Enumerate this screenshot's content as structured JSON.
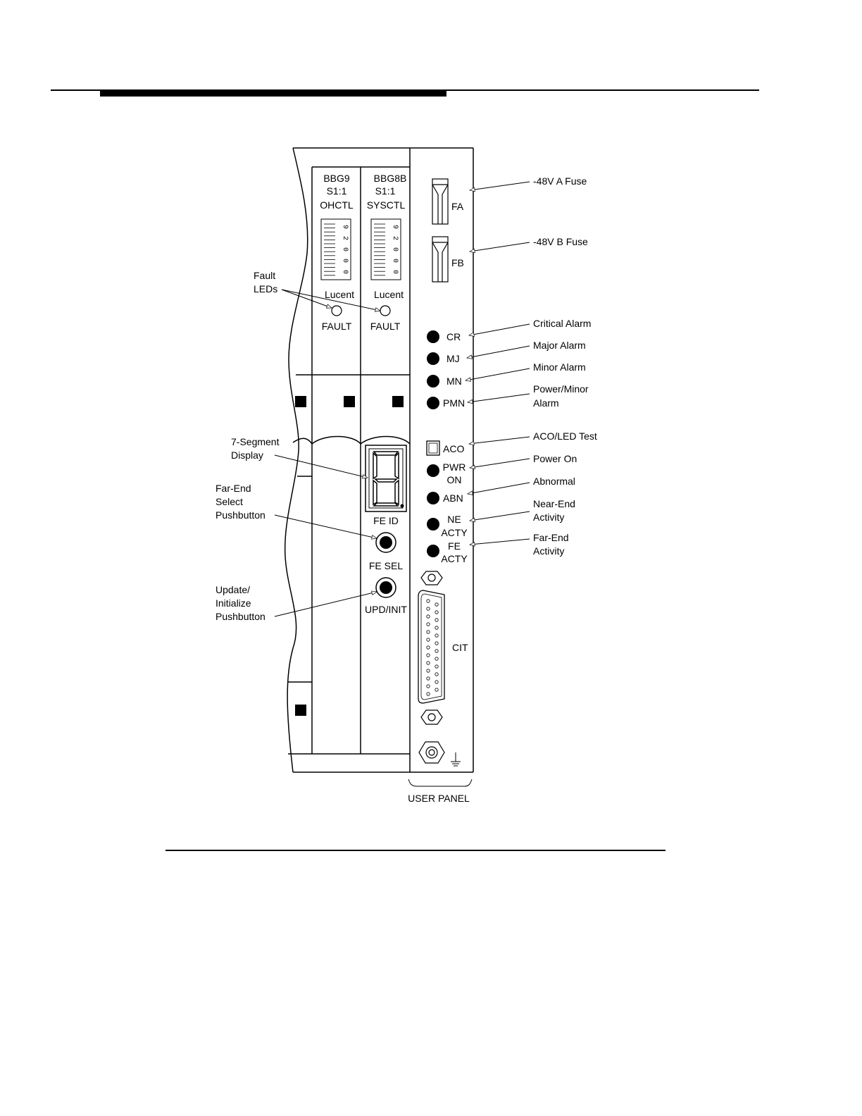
{
  "modules": {
    "ohctl": {
      "code": "BBG9",
      "sub": "S1:1",
      "name": "OHCTL",
      "brand": "Lucent",
      "led_label": "FAULT",
      "dial_digits": [
        "9",
        "2",
        "0",
        "0",
        "0"
      ]
    },
    "sysctl": {
      "code": "BBG8B",
      "sub": "S1:1",
      "name": "SYSCTL",
      "brand": "Lucent",
      "led_label": "FAULT",
      "dial_digits": [
        "9",
        "2",
        "0",
        "0",
        "0"
      ]
    }
  },
  "panel": {
    "fuse_a": "FA",
    "fuse_b": "FB",
    "cr": "CR",
    "mj": "MJ",
    "mn": "MN",
    "pmn": "PMN",
    "aco": "ACO",
    "pwr_1": "PWR",
    "pwr_2": "ON",
    "abn": "ABN",
    "ne_1": "NE",
    "ne_2": "ACTY",
    "fe_1": "FE",
    "fe_2": "ACTY",
    "cit": "CIT",
    "fe_id": "FE ID",
    "fe_sel": "FE SEL",
    "upd_init": "UPD/INIT",
    "user_panel": "USER PANEL"
  },
  "callouts": {
    "fuse_a": "-48V A Fuse",
    "fuse_b": "-48V B Fuse",
    "critical": "Critical Alarm",
    "major": "Major Alarm",
    "minor": "Minor Alarm",
    "power_minor_1": "Power/Minor",
    "power_minor_2": "Alarm",
    "aco_test": "ACO/LED Test",
    "power_on": "Power On",
    "abnormal": "Abnormal",
    "near_end_1": "Near-End",
    "near_end_2": "Activity",
    "far_end_1": "Far-End",
    "far_end_2": "Activity",
    "fault_1": "Fault",
    "fault_2": "LEDs",
    "seg_1": "7-Segment",
    "seg_2": "Display",
    "fesel_1": "Far-End",
    "fesel_2": "Select",
    "fesel_3": "Pushbutton",
    "upd_1": "Update/",
    "upd_2": "Initialize",
    "upd_3": "Pushbutton"
  }
}
